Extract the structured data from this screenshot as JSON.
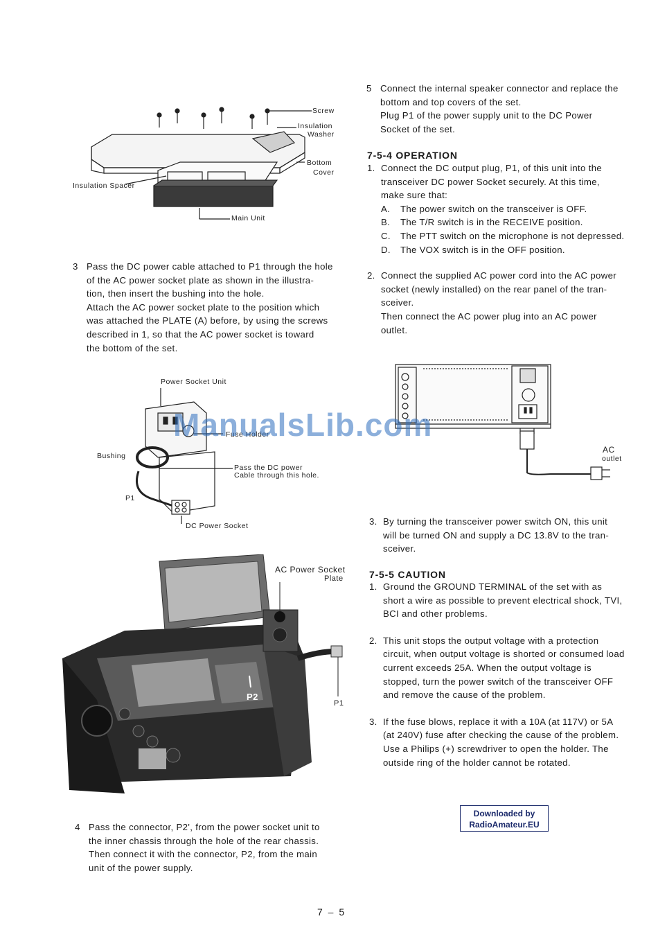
{
  "fig1": {
    "screw": "Screw",
    "insulation_washer_1": "Insulation",
    "insulation_washer_2": "Washer",
    "bottom_cover_1": "Bottom",
    "bottom_cover_2": "Cover",
    "insulation_spacer": "Insulation Spacer",
    "main_unit": "Main Unit"
  },
  "step3": {
    "num": "3",
    "lines": [
      "Pass the DC power cable attached to P1 through the hole",
      "of the AC power socket plate as shown in the illustra-",
      "tion, then insert the bushing into the hole.",
      "Attach the AC power socket plate to the position which",
      "was attached the PLATE (A) before, by using the screws",
      "described in 1, so that the AC power socket is toward",
      "the bottom of the set."
    ]
  },
  "fig2": {
    "power_socket_unit": "Power Socket Unit",
    "fuse_holder": "Fuse Holder",
    "bushing": "Bushing",
    "pass_dc_1": "Pass the DC power",
    "pass_dc_2": "Cable through this hole.",
    "p1": "P1",
    "dc_power_socket": "DC Power Socket"
  },
  "photo": {
    "ac_plate_1": "AC Power Socket",
    "ac_plate_2": "Plate",
    "p2": "P2",
    "p1": "P1"
  },
  "step4": {
    "num": "4",
    "lines": [
      "Pass the connector, P2', from the power socket unit to",
      "the inner chassis through the hole of the rear chassis.",
      "Then connect it with the connector, P2, from the main",
      "unit of the power supply."
    ]
  },
  "step5": {
    "num": "5",
    "lines": [
      "Connect the internal speaker connector and replace the",
      "bottom and top covers of the set.",
      "Plug P1 of the power supply unit to the DC Power",
      "Socket of the set."
    ]
  },
  "operation": {
    "title": "7-5-4   OPERATION",
    "item1_num": "1.",
    "item1_lines": [
      "Connect the DC output plug, P1, of this unit into the",
      "transceiver DC power Socket securely.  At this time,",
      "make sure that:"
    ],
    "checks": [
      {
        "k": "A.",
        "t": "The power switch on the transceiver is OFF."
      },
      {
        "k": "B.",
        "t": "The T/R switch is in the RECEIVE position."
      },
      {
        "k": "C.",
        "t": "The PTT switch on the microphone is not depressed."
      },
      {
        "k": "D.",
        "t": "The VOX switch is in the OFF position."
      }
    ],
    "item2_num": "2.",
    "item2_lines": [
      "Connect the supplied AC power cord into the AC power",
      "socket (newly installed) on the rear panel of the tran-",
      "sceiver.",
      "Then connect the AC power plug into an AC power",
      "outlet."
    ]
  },
  "fig3": {
    "ac_outlet_1": "AC",
    "ac_outlet_2": "outlet"
  },
  "op3": {
    "num": "3.",
    "lines": [
      "By turning the transceiver power switch ON, this unit",
      "will be turned ON and supply a DC 13.8V to the tran-",
      "sceiver."
    ]
  },
  "caution": {
    "title": "7-5-5   CAUTION",
    "item1_num": "1.",
    "item1_lines": [
      "Ground the GROUND TERMINAL of the set with as",
      "short a wire as possible to prevent electrical shock, TVI,",
      "BCI and other problems."
    ],
    "item2_num": "2.",
    "item2_lines": [
      "This unit stops the output voltage with a protection",
      "circuit, when output voltage is shorted or consumed load",
      "current exceeds 25A.   When the output voltage is",
      "stopped, turn the power switch of the transceiver OFF",
      "and remove the cause of the problem."
    ],
    "item3_num": "3.",
    "item3_lines": [
      "If the fuse blows, replace it with a 10A (at 117V) or 5A",
      "(at 240V) fuse after checking the cause of the problem.",
      "Use a Philips (+) screwdriver to open the holder.  The",
      "outside ring of the holder cannot be rotated."
    ]
  },
  "watermark": "ManualsLib.com",
  "badge": {
    "line1": "Downloaded by",
    "line2": "RadioAmateur.EU"
  },
  "page_number": "7 – 5"
}
